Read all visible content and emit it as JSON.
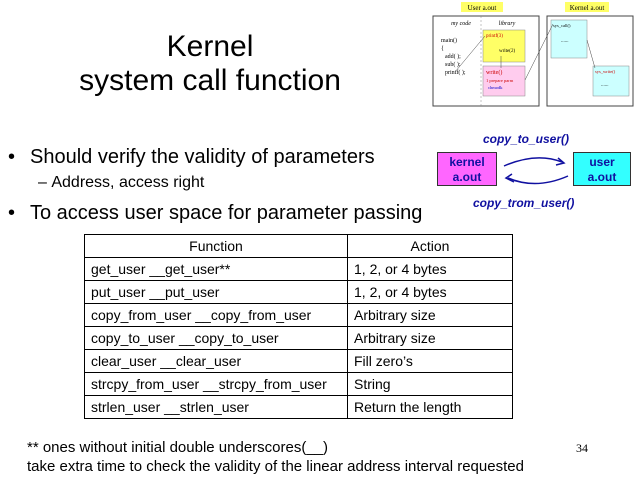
{
  "title": {
    "line1": "Kernel",
    "line2": "system call function"
  },
  "bullets": [
    {
      "text": "Should verify the validity of parameters"
    },
    {
      "text": "To access user space for parameter passing"
    }
  ],
  "sub_bullet": "Address, access right",
  "bullet_marker": "•",
  "dash_marker": "–",
  "diagram": {
    "user_label": "User  a.out",
    "kernel_label": "Kernel  a.out",
    "my_code": "my code",
    "library": "library",
    "code_lines": [
      "main()",
      "{",
      "add( );",
      "sub( );",
      "printf( );"
    ],
    "printf_box": "printf(3)",
    "write2": "write(2)",
    "write_box": "write()",
    "prepare": "1 prepare parm",
    "chmodk": "chmodk",
    "sys_call": "sys_call()",
    "sys_write": "sys_write()",
    "dots": "......"
  },
  "transfer": {
    "kernel_box": [
      "kernel",
      "a.out"
    ],
    "user_box": [
      "user",
      "a.out"
    ],
    "copy_to": "copy_to_user()",
    "copy_from": "copy_trom_user()"
  },
  "table": {
    "headers": [
      "Function",
      "Action"
    ],
    "rows": [
      [
        "get_user __get_user**",
        "1, 2, or 4 bytes"
      ],
      [
        "put_user __put_user",
        "1, 2, or 4 bytes"
      ],
      [
        "copy_from_user __copy_from_user",
        "Arbitrary size"
      ],
      [
        "copy_to_user __copy_to_user",
        "Arbitrary size"
      ],
      [
        "clear_user __clear_user",
        "Fill zero’s"
      ],
      [
        "strcpy_from_user __strcpy_from_user",
        "String"
      ],
      [
        "strlen_user  __strlen_user",
        "Return the length"
      ]
    ]
  },
  "footnote": {
    "line1": "** ones without initial double underscores(__)",
    "line2": "take extra time to check the validity of the linear address interval requested"
  },
  "page_number": "34",
  "colors": {
    "kernel_box": "#ff66ff",
    "user_box": "#33ffff",
    "accent_text": "#1010a0",
    "yellow": "#ffff66"
  }
}
